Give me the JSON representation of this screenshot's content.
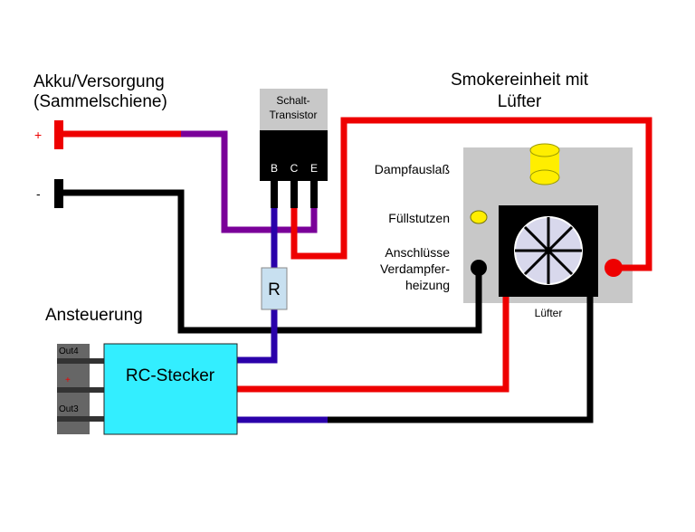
{
  "labels": {
    "supply_line1": "Akku/Versorgung",
    "supply_line2": "(Sammelschiene)",
    "plus": "+",
    "minus": "-",
    "transistor_line1": "Schalt-",
    "transistor_line2": "Transistor",
    "pin_b": "B",
    "pin_c": "C",
    "pin_e": "E",
    "resistor": "R",
    "smoker_line1": "Smokereinheit mit",
    "smoker_line2": "Lüfter",
    "steam_outlet": "Dampfauslaß",
    "fill_nozzle": "Füllstutzen",
    "connections_line1": "Anschlüsse",
    "connections_line2": "Verdampfer-",
    "connections_line3": "heizung",
    "fan": "Lüfter",
    "control": "Ansteuerung",
    "rc_plug": "RC-Stecker",
    "out4": "Out4",
    "plus_pin": "+",
    "out3": "Out3"
  },
  "colors": {
    "red": "#ee0000",
    "black": "#000000",
    "purple": "#7a0099",
    "blue": "#2a00aa",
    "cyan": "#33eeff",
    "gray_box": "#c8c8c8",
    "yellow": "#ffee00",
    "resistor_fill": "#c8e0f0"
  }
}
